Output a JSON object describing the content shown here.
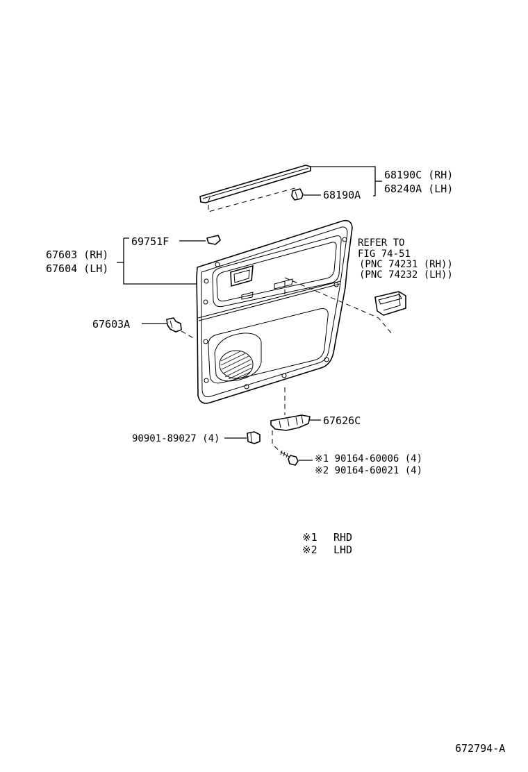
{
  "labels": {
    "belt_molding_rh": "68190C (RH)",
    "belt_molding_lh": "68240A (LH)",
    "clip_68190a": "68190A",
    "clip_69751f": "69751F",
    "panel_rh": "67603 (RH)",
    "panel_lh": "67604 (LH)",
    "clip_67603a": "67603A",
    "refer_1": "REFER TO",
    "refer_2": "FIG 74-51",
    "refer_3": "(PNC 74231 (RH))",
    "refer_4": "(PNC 74232 (LH))",
    "bracket_67626c": "67626C",
    "clip_90901": "90901-89027 (4)",
    "screw_1": "※1  90164-60006 (4)",
    "screw_2": "※2  90164-60021 (4)"
  },
  "legend": [
    {
      "mark": "※1",
      "text": "RHD"
    },
    {
      "mark": "※2",
      "text": "LHD"
    }
  ],
  "figure_code": "672794-A"
}
